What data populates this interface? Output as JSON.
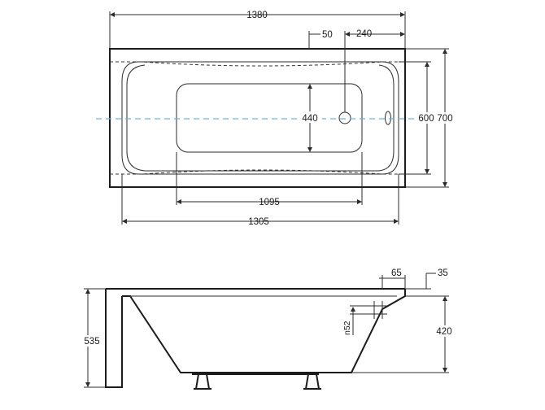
{
  "top_view": {
    "overall_length": "1380",
    "overflow_offset": "50",
    "drain_offset": "240",
    "inner_width_label": "440",
    "inner_depth": "600",
    "overall_width": "700",
    "bottom_length": "1095",
    "inner_length": "1305"
  },
  "side_view": {
    "rim_width": "65",
    "rim_thickness": "35",
    "overflow_height": "n52",
    "total_height": "535",
    "inner_height": "420"
  },
  "colors": {
    "line": "#2b2b2b",
    "centerline": "#6cb4e4"
  }
}
